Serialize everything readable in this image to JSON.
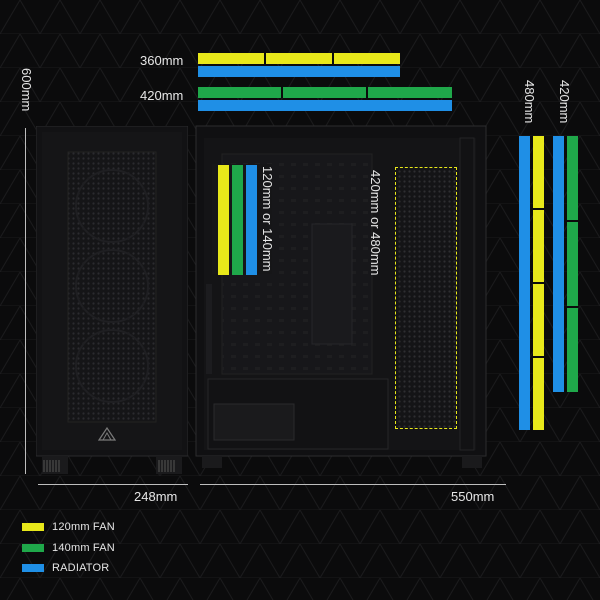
{
  "dimensions": {
    "height_label": "600mm",
    "front_width_label": "248mm",
    "depth_label": "550mm"
  },
  "top_bars": [
    {
      "label": "360mm"
    },
    {
      "label": "420mm"
    }
  ],
  "side_bars": {
    "label_480": "480mm",
    "label_420": "420mm"
  },
  "inner": {
    "rear_fan_label": "120mm or 140mm",
    "front_radiator_label": "420mm or 480mm"
  },
  "legend": [
    {
      "label": "120mm FAN",
      "color": "#e8e81a"
    },
    {
      "label": "140mm FAN",
      "color": "#1fa84a"
    },
    {
      "label": "RADIATOR",
      "color": "#1f8fe6"
    }
  ],
  "colors": {
    "yellow": "#e8e81a",
    "green": "#1fa84a",
    "blue": "#1f8fe6",
    "dashed_outline": "#e8e81a"
  },
  "logo": "corsair-sails-logo"
}
